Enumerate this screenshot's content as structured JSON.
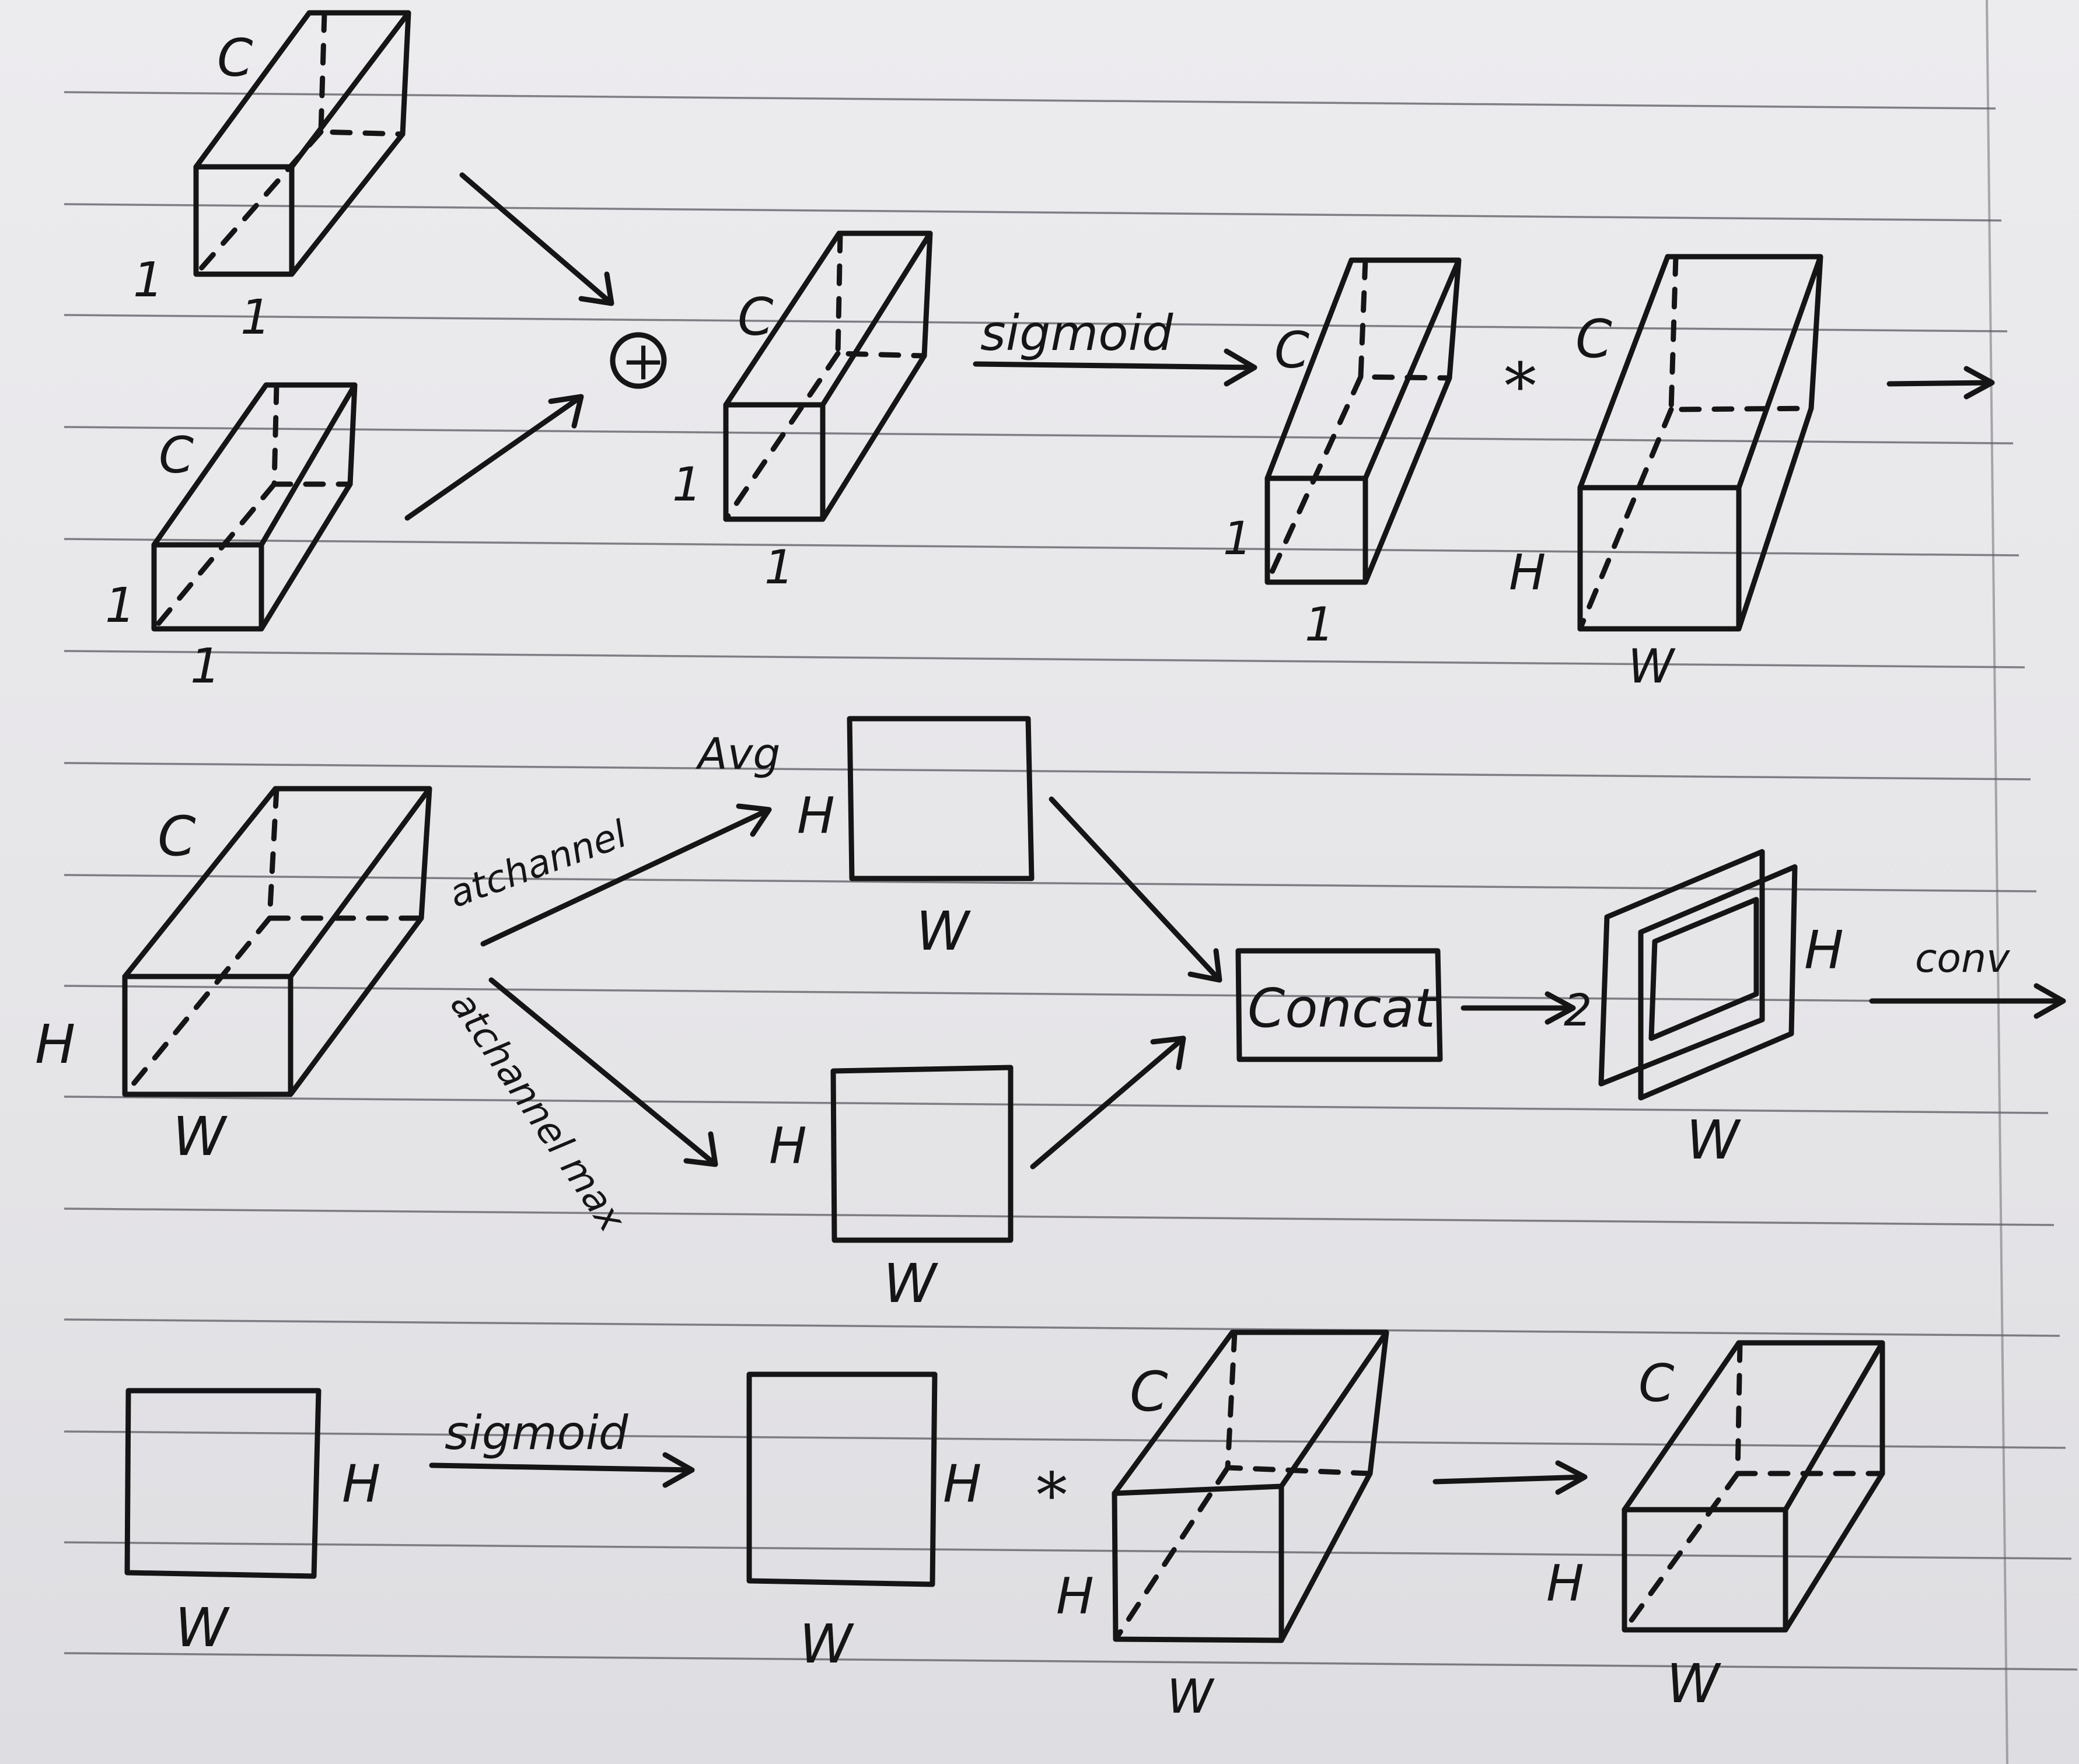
{
  "ops": {
    "sigmoid": "sigmoid",
    "avg": "Avg",
    "channel": "atchannel",
    "channel_max": "atchannel max",
    "concat": "Concat",
    "conv": "conv",
    "add": "+",
    "multiply": "*"
  },
  "dims": {
    "c": "C",
    "h": "H",
    "w": "W",
    "one": "1",
    "two": "2"
  }
}
